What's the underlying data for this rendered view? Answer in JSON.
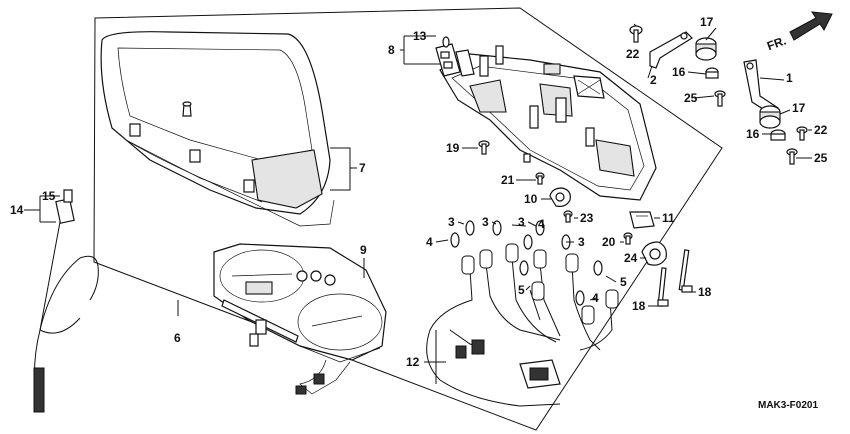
{
  "diagram": {
    "code": "MAK3-F0201",
    "direction": "FR.",
    "callouts": [
      {
        "key": "c13",
        "text": "13"
      },
      {
        "key": "c8",
        "text": "8"
      },
      {
        "key": "c7",
        "text": "7"
      },
      {
        "key": "c6",
        "text": "6"
      },
      {
        "key": "c9",
        "text": "9"
      },
      {
        "key": "c14",
        "text": "14"
      },
      {
        "key": "c15",
        "text": "15"
      },
      {
        "key": "c19",
        "text": "19"
      },
      {
        "key": "c21",
        "text": "21"
      },
      {
        "key": "c10",
        "text": "10"
      },
      {
        "key": "c23",
        "text": "23"
      },
      {
        "key": "c11",
        "text": "11"
      },
      {
        "key": "c20",
        "text": "20"
      },
      {
        "key": "c24",
        "text": "24"
      },
      {
        "key": "c18a",
        "text": "18"
      },
      {
        "key": "c18b",
        "text": "18"
      },
      {
        "key": "c12",
        "text": "12"
      },
      {
        "key": "c3a",
        "text": "3"
      },
      {
        "key": "c3b",
        "text": "3"
      },
      {
        "key": "c3c",
        "text": "3"
      },
      {
        "key": "c3d",
        "text": "3"
      },
      {
        "key": "c4a",
        "text": "4"
      },
      {
        "key": "c4b",
        "text": "4"
      },
      {
        "key": "c4c",
        "text": "4"
      },
      {
        "key": "c5a",
        "text": "5"
      },
      {
        "key": "c5b",
        "text": "5"
      },
      {
        "key": "c17a",
        "text": "17"
      },
      {
        "key": "c17b",
        "text": "17"
      },
      {
        "key": "c22a",
        "text": "22"
      },
      {
        "key": "c22b",
        "text": "22"
      },
      {
        "key": "c2",
        "text": "2"
      },
      {
        "key": "c16a",
        "text": "16"
      },
      {
        "key": "c16b",
        "text": "16"
      },
      {
        "key": "c25a",
        "text": "25"
      },
      {
        "key": "c25b",
        "text": "25"
      },
      {
        "key": "c1",
        "text": "1"
      }
    ]
  }
}
